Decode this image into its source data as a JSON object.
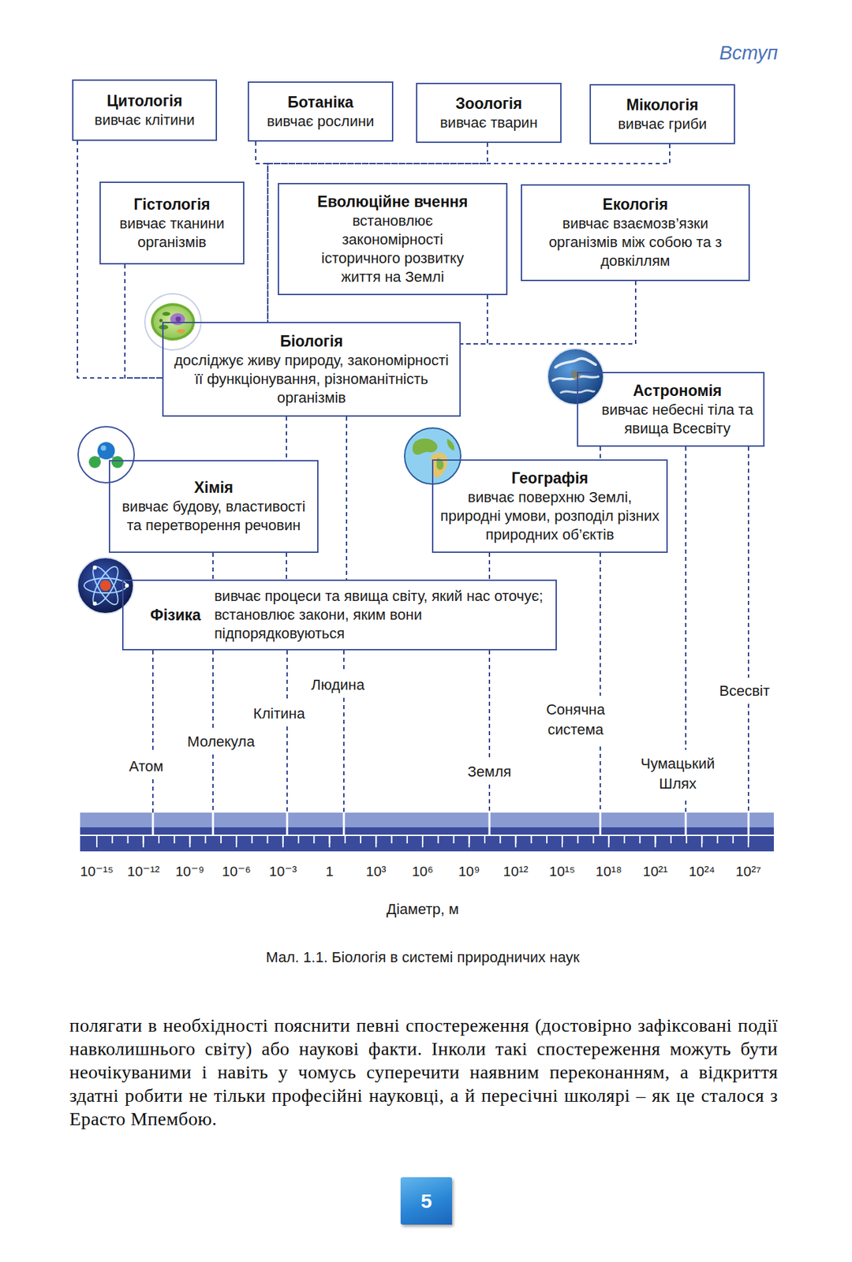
{
  "diagram": {
    "caption": "Мал. 1.1. Біологія в системі природничих наук",
    "nodes": [
      {
        "text": [
          "Цитологія",
          "вивчає клітини"
        ]
      },
      {
        "text": [
          "Ботаніка",
          "вивчає рослини"
        ]
      },
      {
        "text": [
          "Зоологія",
          "вивчає тварин"
        ]
      },
      {
        "text": [
          "Мікологія",
          "вивчає гриби"
        ]
      },
      {
        "text": [
          "Гістологія",
          "вивчає тканини організмів"
        ]
      },
      {
        "text": [
          "Еволюційне вчення",
          "встановлює закономірності історичного розвитку життя на Землі"
        ]
      },
      {
        "text": [
          "Екологія",
          "вивчає взаємозв’язки організмів між собою та з довкіллям"
        ]
      },
      {
        "text": [
          "Біологія",
          "досліджує живу природу, закономірності її функціонування, різноманітність організмів"
        ]
      },
      {
        "text": [
          "Астрономія",
          "вивчає небесні тіла та явища Всесвіту"
        ]
      },
      {
        "text": [
          "Хімія",
          "вивчає будову, властивості та перетворення речовин"
        ]
      },
      {
        "text": [
          "Географія",
          "вивчає поверхню Землі, природні умови, розподіл різних природних об’єктів"
        ]
      },
      {
        "text": [
          "Фізика",
          "вивчає процеси та явища світу, який нас оточує; встановлює закони, яким вони підпорядковуються"
        ]
      },
      {
        "text": [
          "5"
        ]
      }
    ],
    "edges": [
      {
        "from": 0,
        "to": 7,
        "arrow": "none"
      },
      {
        "from": 4,
        "to": 7,
        "arrow": "none"
      },
      {
        "from": 1,
        "to": 7,
        "arrow": "none"
      },
      {
        "from": 2,
        "to": 7,
        "arrow": "none"
      },
      {
        "from": 3,
        "to": 7,
        "arrow": "none"
      },
      {
        "from": 5,
        "to": 7,
        "arrow": "none"
      },
      {
        "from": 6,
        "to": 7,
        "arrow": "none"
      },
      {
        "from": 7,
        "to": 9,
        "arrow": "none"
      },
      {
        "from": 7,
        "to": 11,
        "arrow": "none"
      },
      {
        "from": 9,
        "to": 11,
        "arrow": "none"
      },
      {
        "from": 9,
        "to": 11,
        "arrow": "none"
      },
      {
        "from": 8,
        "to": 10,
        "arrow": "none"
      },
      {
        "from": 10,
        "to": 11,
        "arrow": "none"
      }
    ],
    "labels": [
      "Вступ",
      "Людина",
      "Всесвіт",
      "Клітина",
      "Сонячна система",
      "Молекула",
      "Чумацький Шлях",
      "Атом",
      "Земля",
      "10⁻¹⁵",
      "10⁻¹²",
      "10⁻⁹",
      "10⁻⁶",
      "10⁻³",
      "1",
      "10³",
      "10⁶",
      "10⁹",
      "10¹²",
      "10¹⁵",
      "10¹⁸",
      "10²¹",
      "10²⁴",
      "10²⁷",
      "Діаметр, м",
      "полягати в необхідності пояснити певні спостереження (достовірно зафіксовані події навколишнього світу) або наукові факти. Інколи такі спостереження можуть бути неочікуваними і навіть у чомусь суперечити наявним переконанням, а відкриття здатні робити не тільки професійні науковці, а й пересічні школярі – як це сталося з Ерасто Мпембою."
    ]
  }
}
